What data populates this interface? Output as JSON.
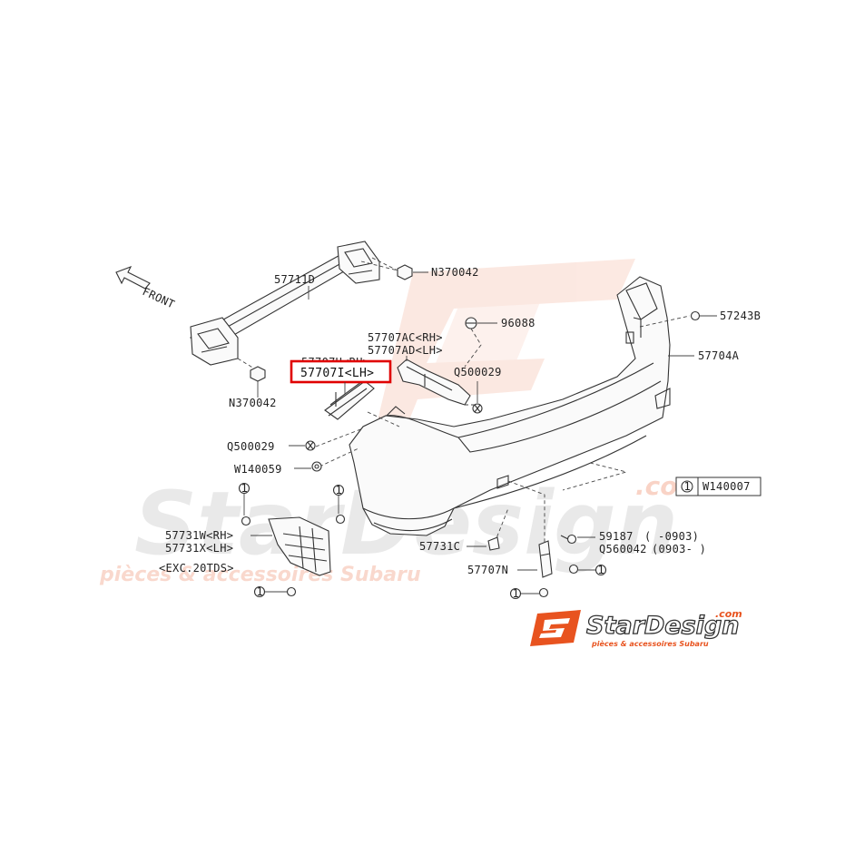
{
  "direction_label": "FRONT",
  "watermark": {
    "brand": "StarDesign",
    "domain_suffix": ".com",
    "tagline": "pièces & accessoires Subaru"
  },
  "logo": {
    "brand": "StarDesign",
    "domain_suffix": ".com",
    "tagline": "pièces & accessoires Subaru",
    "accent_color": "#e8531f"
  },
  "callout": {
    "part_number": "57707I<LH>",
    "highlight_color": "#e00000"
  },
  "parts": {
    "p57711D": "57711D",
    "n370042_top": "N370042",
    "n370042_bottom": "N370042",
    "p57707H_rh_partial": "57707H<RH>",
    "p57707AC": "57707AC<RH>",
    "p57707AD": "57707AD<LH>",
    "p96088": "96088",
    "p57243B": "57243B",
    "p57704A": "57704A",
    "q500029_right": "Q500029",
    "q500029_left": "Q500029",
    "w140059": "W140059",
    "p57731W": "57731W<RH>",
    "p57731X": "57731X<LH>",
    "exc_note": "<EXC.20TDS>",
    "p57731C": "57731C",
    "p57707N": "57707N",
    "p59187": "59187",
    "p59187_range": "(    -0903)",
    "q560042": "Q560042",
    "q560042_range": "(0903-    )"
  },
  "legend": {
    "index": "1",
    "part": "W140007"
  },
  "circle_marker": "1"
}
